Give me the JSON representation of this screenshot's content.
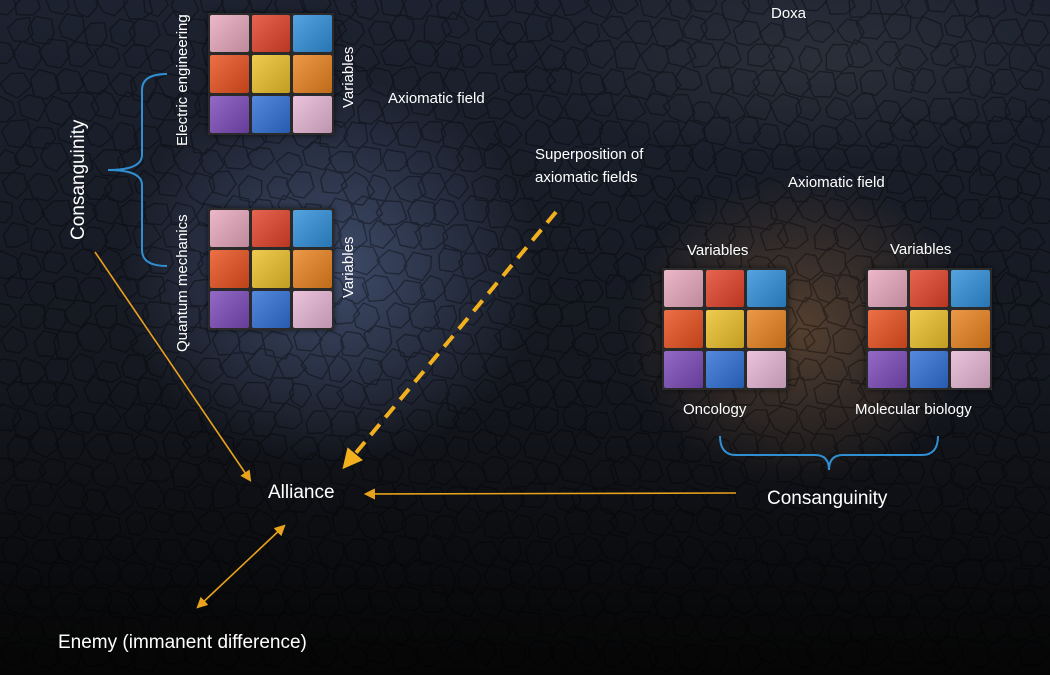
{
  "labels": {
    "doxa": "Doxa",
    "axiomatic_field_left": "Axiomatic field",
    "axiomatic_field_right": "Axiomatic field",
    "superposition_line1": "Superposition of",
    "superposition_line2": "axiomatic fields",
    "consanguinity_left": "Consanguinity",
    "consanguinity_right": "Consanguinity",
    "electric_engineering": "Electric engineering",
    "quantum_mechanics": "Quantum mechanics",
    "variables_top": "Variables",
    "variables_mid": "Variables",
    "variables_oncology": "Variables",
    "variables_molbio": "Variables",
    "oncology": "Oncology",
    "molecular_biology": "Molecular biology",
    "alliance": "Alliance",
    "enemy": "Enemy (immanent difference)"
  },
  "colors": {
    "arrow": "#e8a21c",
    "dashed_arrow": "#f2b01e",
    "brace": "#2f8fd0",
    "text": "#ffffff",
    "grid_cells": [
      "#e6a7bd",
      "#e2432a",
      "#2f8fd9",
      "#e8501e",
      "#ecc12a",
      "#e8821f",
      "#7b49b8",
      "#2f6fd6",
      "#e7b6d6"
    ]
  }
}
